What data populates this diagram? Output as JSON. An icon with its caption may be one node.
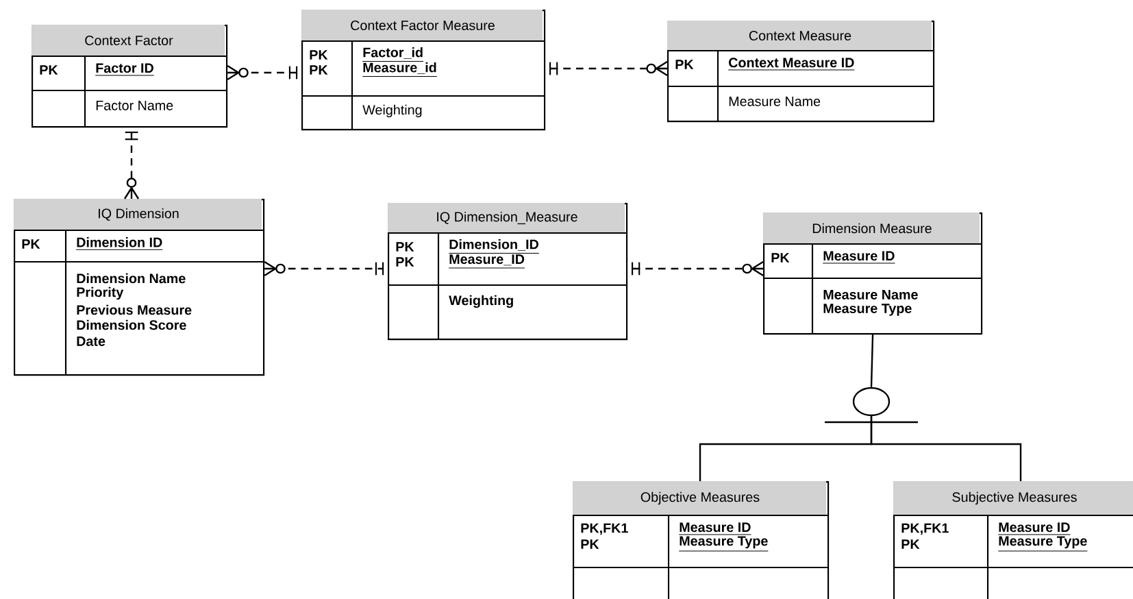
{
  "diagram": {
    "nodes": [
      {
        "text": [
          "Context Factor",
          "PK",
          "Factor ID",
          "Factor Name"
        ]
      },
      {
        "text": [
          "Context Factor Measure",
          "PK",
          "PK",
          "Factor_id",
          "Measure_id",
          "Weighting"
        ]
      },
      {
        "text": [
          "Context Measure",
          "PK",
          "Context Measure ID",
          "Measure Name"
        ]
      },
      {
        "text": [
          "IQ Dimension",
          "PK",
          "Dimension ID",
          "Dimension Name",
          "Priority",
          "Previous Measure",
          "Dimension Score",
          "Date"
        ]
      },
      {
        "text": [
          "IQ Dimension_Measure",
          "PK",
          "PK",
          "Dimension_ID",
          "Measure_ID",
          "Weighting"
        ]
      },
      {
        "text": [
          "Dimension Measure",
          "PK",
          "Measure ID",
          "Measure Name",
          "Measure Type"
        ]
      },
      {
        "text": [],
        "shape": "circle"
      },
      {
        "text": [
          "Objective Measures",
          "PK,FK1",
          "PK",
          "Measure ID",
          "Measure Type"
        ]
      },
      {
        "text": [
          "Subjective Measures",
          "PK,FK1",
          "PK",
          "Measure ID",
          "Measure Type"
        ]
      }
    ],
    "edges": [
      {
        "from": 0,
        "to": 1,
        "arrow": "other",
        "style": "dashed"
      },
      {
        "from": 1,
        "to": 2,
        "arrow": "other",
        "style": "dashed"
      },
      {
        "from": 0,
        "to": 3,
        "arrow": "other",
        "style": "dashed"
      },
      {
        "from": 3,
        "to": 4,
        "arrow": "other",
        "style": "dashed"
      },
      {
        "from": 4,
        "to": 5,
        "arrow": "other",
        "style": "dashed"
      },
      {
        "from": 5,
        "to": 6,
        "arrow": "none"
      },
      {
        "from": 6,
        "to": 7,
        "arrow": "none"
      },
      {
        "from": 6,
        "to": 8,
        "arrow": "none"
      }
    ]
  }
}
